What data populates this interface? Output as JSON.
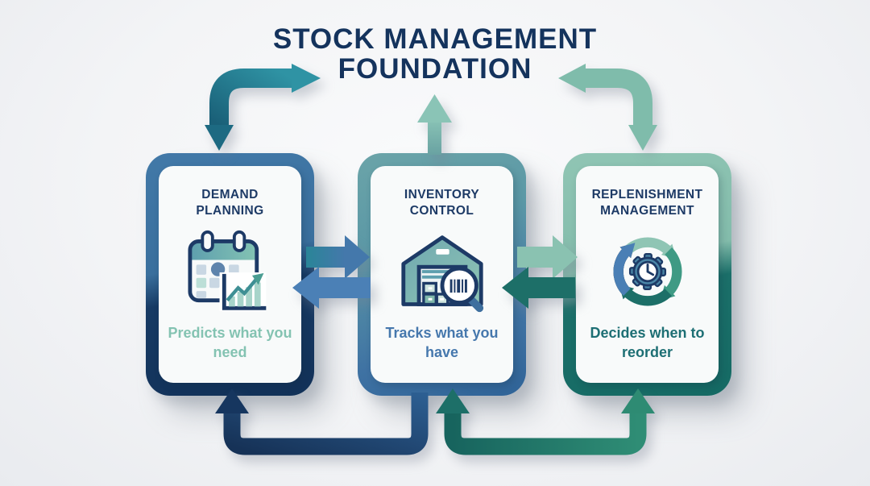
{
  "title": {
    "line1": "STOCK MANAGEMENT",
    "line2": "FOUNDATION"
  },
  "cards": [
    {
      "id": "demand-planning",
      "title_lines": [
        "DEMAND",
        "PLANNING"
      ],
      "subtitle": "Predicts what you need",
      "icon": "calendar-forecast-icon",
      "accent_top": "#4279a8",
      "accent_bottom": "#16365f",
      "subtitle_color": "#84c3b2"
    },
    {
      "id": "inventory-control",
      "title_lines": [
        "INVENTORY",
        "CONTROL"
      ],
      "subtitle": "Tracks what you have",
      "icon": "warehouse-barcode-icon",
      "accent_top": "#6ba4a8",
      "accent_bottom": "#2f6397",
      "subtitle_color": "#4678ad"
    },
    {
      "id": "replenishment-management",
      "title_lines": [
        "REPLENISHMENT",
        "MANAGEMENT"
      ],
      "subtitle": "Decides when to reorder",
      "icon": "cycle-gear-clock-icon",
      "accent_top": "#90c5b4",
      "accent_bottom": "#156a64",
      "subtitle_color": "#1d6f74"
    }
  ],
  "arrows": [
    {
      "name": "title-to-card1-elbow-arrow",
      "color": "#2a8194"
    },
    {
      "name": "card2-to-title-up-arrow",
      "color": "#7db8ab"
    },
    {
      "name": "title-to-card3-elbow-arrow",
      "color": "#7fbcab"
    },
    {
      "name": "card1-to-card2-right-arrow",
      "color": "#2a8598"
    },
    {
      "name": "card2-to-card1-left-arrow",
      "color": "#4b80b6"
    },
    {
      "name": "card2-to-card3-right-arrow",
      "color": "#8ac2b1"
    },
    {
      "name": "card3-to-card2-left-arrow",
      "color": "#1d6f68"
    },
    {
      "name": "card2-to-card1-bottom-u-arrow",
      "color": "#16365f"
    },
    {
      "name": "card2-card3-bottom-u-arrow",
      "color": "#1d6f68"
    }
  ],
  "colors": {
    "background": "#f3f4f6",
    "title_navy": "#14335d",
    "heading_navy": "#1d3a66",
    "steel_blue": "#4279a8",
    "navy": "#16365f",
    "teal": "#2a8194",
    "dark_teal": "#1d6f68",
    "sage_green": "#8ac2b1",
    "card_face": "#f8fafa"
  }
}
